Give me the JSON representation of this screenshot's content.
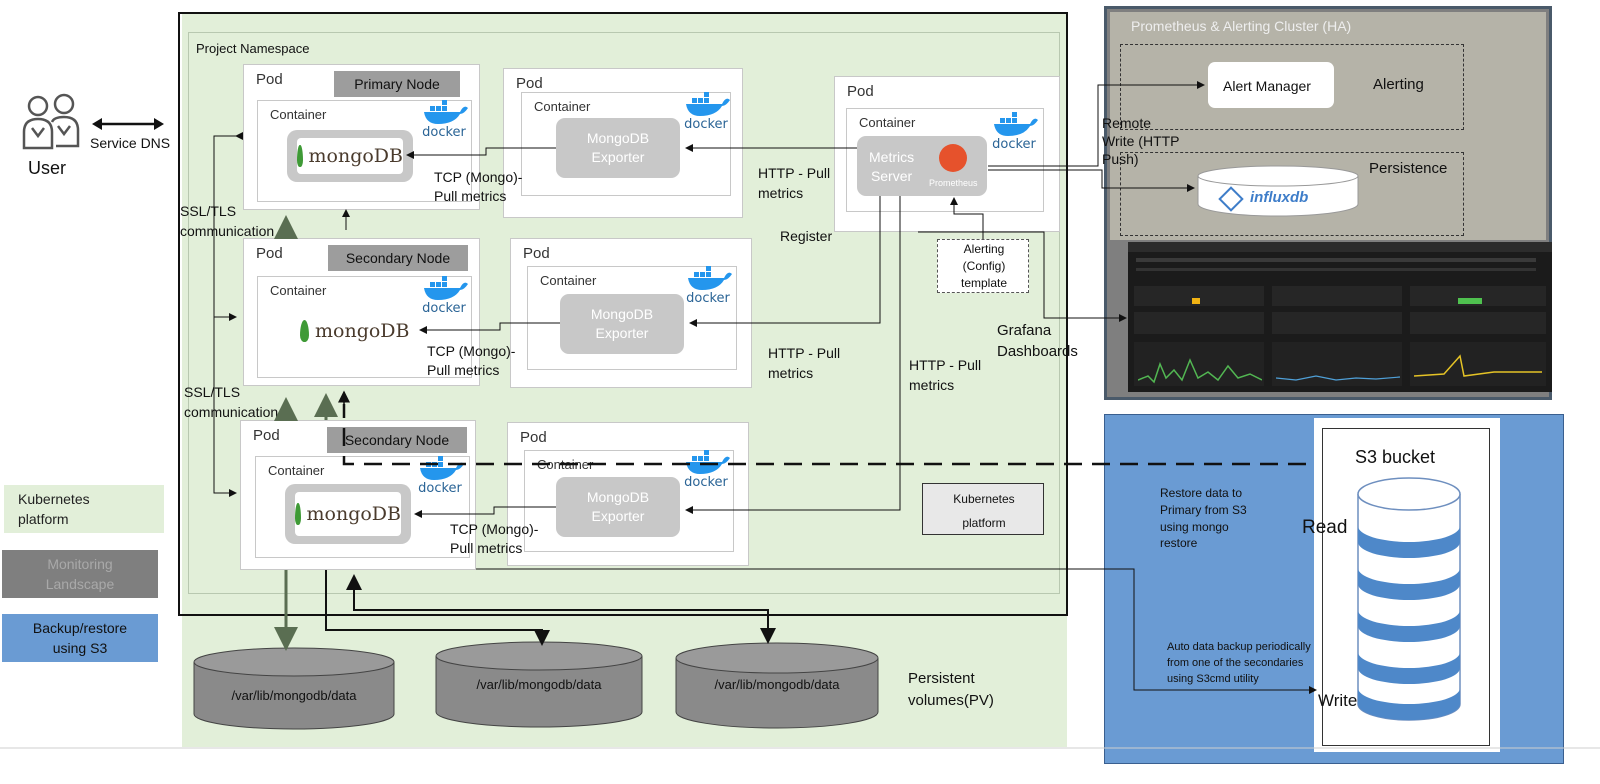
{
  "user": {
    "label": "User"
  },
  "service_dns": "Service DNS",
  "ssl": [
    "SSL/TLS",
    "communication"
  ],
  "project_namespace": "Project Namespace",
  "pods": {
    "pod_label": "Pod",
    "container_label": "Container",
    "primary_node": "Primary Node",
    "secondary_node": "Secondary Node",
    "mongo_text": "mongoDB",
    "exporter_lines": [
      "MongoDB",
      "Exporter"
    ],
    "docker_text": "docker"
  },
  "metrics_server": {
    "lines": [
      "Metrics",
      "Server"
    ],
    "prometheus_text": "Prometheus"
  },
  "edge_labels": {
    "tcp_pull": [
      "TCP (Mongo)-",
      "Pull metrics"
    ],
    "http_pull": [
      "HTTP - Pull",
      "metrics"
    ],
    "register": "Register",
    "alerting_template": [
      "Alerting",
      "(Config)",
      "template"
    ],
    "remote_write": [
      "Remote",
      "Write (HTTP",
      "Push)"
    ],
    "grafana": [
      "Grafana",
      "Dashboards"
    ]
  },
  "kubernetes_platform_box": [
    "Kubernetes",
    "platform"
  ],
  "prometheus_cluster": {
    "title": "Prometheus & Alerting Cluster (HA)",
    "alert_manager": "Alert Manager",
    "alerting": "Alerting",
    "persistence": "Persistence",
    "influxdb": "influxdb"
  },
  "s3": {
    "title": "S3 bucket",
    "read": "Read",
    "write": "Write",
    "restore_text": [
      "Restore data to",
      "Primary from S3",
      "using mongo",
      "restore"
    ],
    "backup_text": [
      "Auto data backup periodically",
      "from one of the secondaries",
      "using S3cmd utility"
    ]
  },
  "volumes": {
    "paths": [
      "/var/lib/mongodb/data",
      "/var/lib/mongodb/data",
      "/var/lib/mongodb/data"
    ],
    "label": [
      "Persistent",
      "volumes(PV)"
    ]
  },
  "legend": {
    "kubernetes": [
      "Kubernetes",
      "platform"
    ],
    "monitoring": [
      "Monitoring",
      "Landscape"
    ],
    "backup": [
      "Backup/restore",
      "using S3"
    ]
  },
  "colors": {
    "kube_green": "#e2efd9",
    "monitoring_grey": "#7f7f7f",
    "backup_blue": "#6a9bd3",
    "grafana_bg": "#1b1b1b"
  }
}
